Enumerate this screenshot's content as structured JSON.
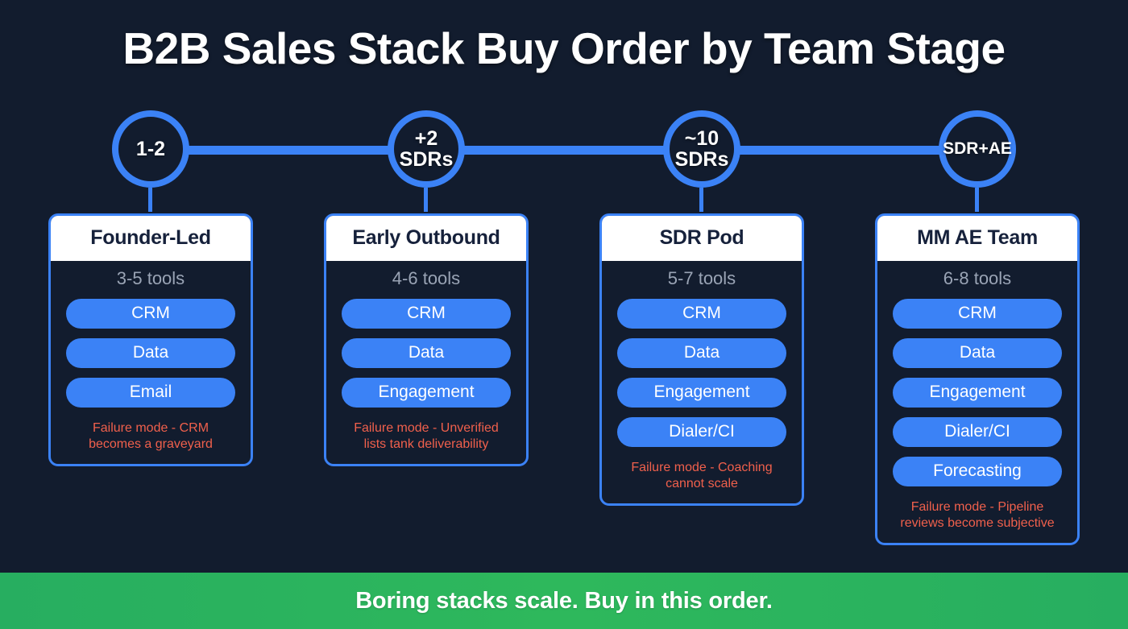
{
  "page": {
    "title": "B2B Sales Stack Buy Order by Team Stage",
    "background_color": "#121c2e",
    "accent_color": "#3b82f6",
    "failure_color": "#f0604c",
    "banner_color": "#2eb85c"
  },
  "timeline": {
    "nodes": [
      {
        "label": "1-2",
        "lines": [
          "1-2"
        ]
      },
      {
        "label": "+2 SDRs",
        "lines": [
          "+2",
          "SDRs"
        ]
      },
      {
        "label": "~10 SDRs",
        "lines": [
          "~10",
          "SDRs"
        ]
      },
      {
        "label": "SDR+AE",
        "lines": [
          "SDR+AE"
        ]
      }
    ]
  },
  "stages": [
    {
      "name": "Founder-Led",
      "tools_count": "3-5 tools",
      "tools": [
        "CRM",
        "Data",
        "Email"
      ],
      "failure_mode": "Failure mode - CRM becomes a graveyard"
    },
    {
      "name": "Early Outbound",
      "tools_count": "4-6 tools",
      "tools": [
        "CRM",
        "Data",
        "Engagement"
      ],
      "failure_mode": "Failure mode - Unverified lists tank deliverability"
    },
    {
      "name": "SDR Pod",
      "tools_count": "5-7 tools",
      "tools": [
        "CRM",
        "Data",
        "Engagement",
        "Dialer/CI"
      ],
      "failure_mode": "Failure mode - Coaching cannot scale"
    },
    {
      "name": "MM AE Team",
      "tools_count": "6-8 tools",
      "tools": [
        "CRM",
        "Data",
        "Engagement",
        "Dialer/CI",
        "Forecasting"
      ],
      "failure_mode": "Failure mode - Pipeline reviews become subjective"
    }
  ],
  "footer": {
    "text": "Boring stacks scale. Buy in this order."
  }
}
